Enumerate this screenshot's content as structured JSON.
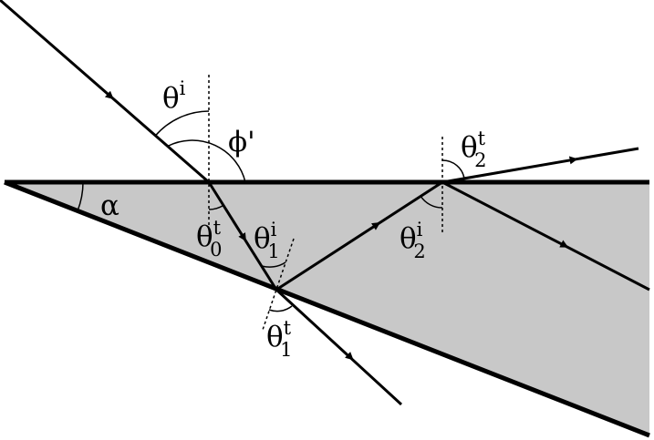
{
  "labels": {
    "theta": "θ",
    "phi_prime": "ϕ'",
    "alpha": "α",
    "sup_i": "i",
    "sup_t": "t",
    "sub_0": "0",
    "sub_1": "1",
    "sub_2": "2"
  },
  "colors": {
    "prism_fill": "#c8c8c8",
    "ink": "#000000",
    "background": "#ffffff"
  }
}
